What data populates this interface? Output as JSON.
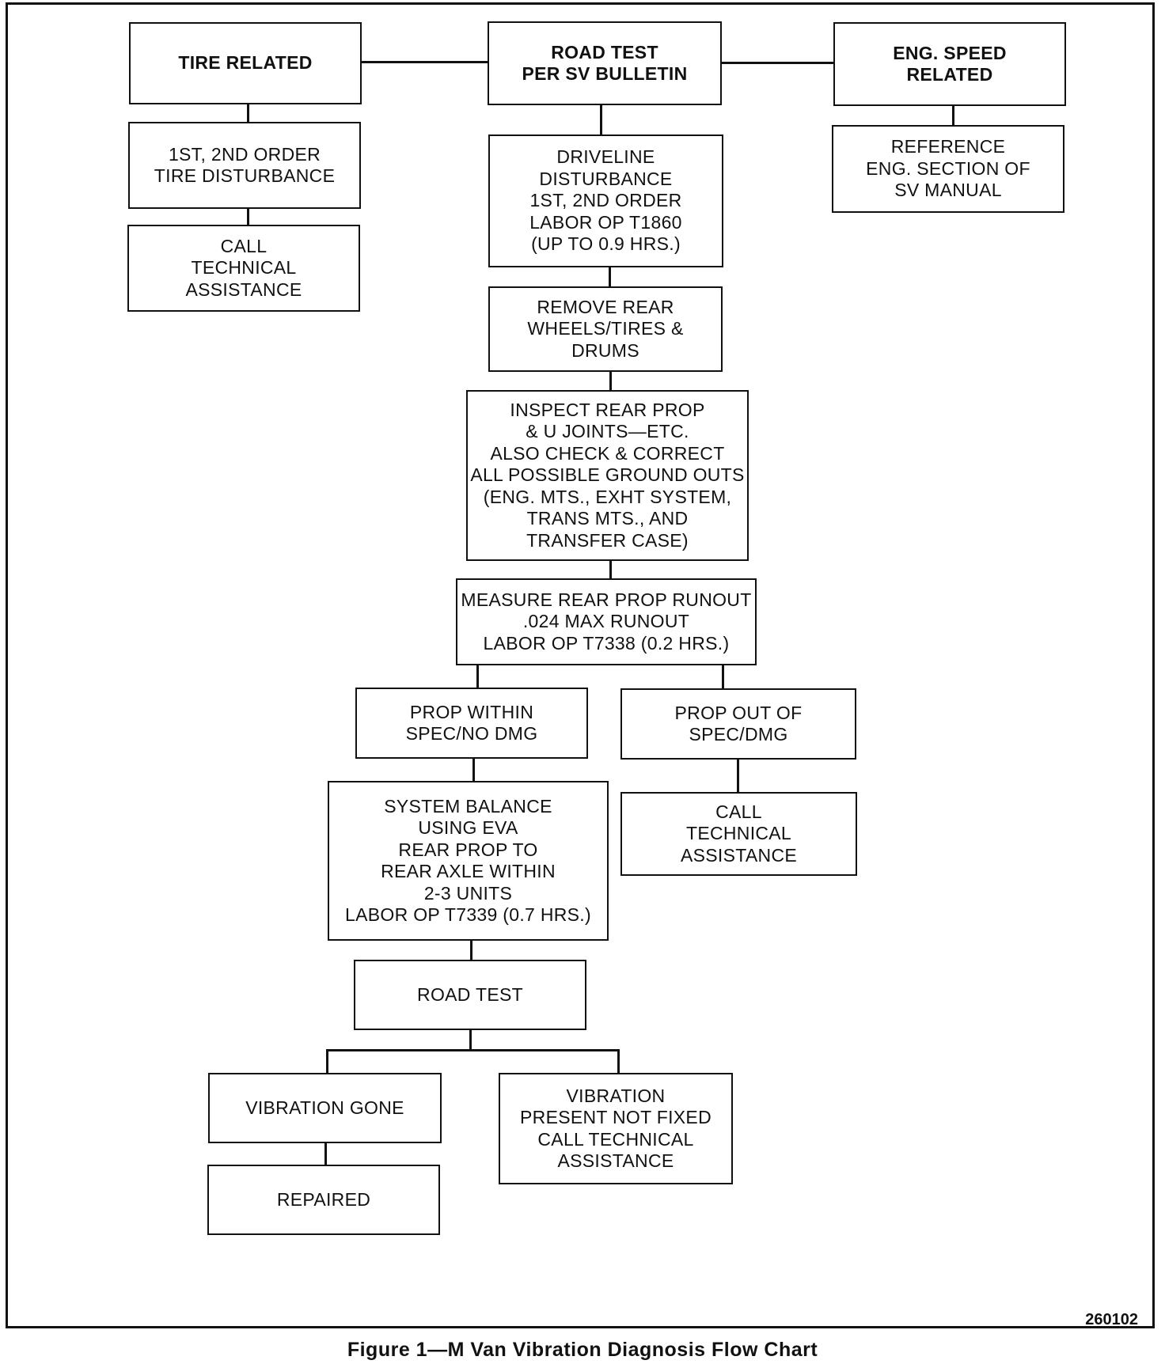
{
  "boxes": {
    "tire_related": "TIRE RELATED",
    "road_test_sv": "ROAD TEST\nPER SV BULLETIN",
    "eng_speed": "ENG. SPEED\nRELATED",
    "tire_disturbance": "1ST, 2ND ORDER\nTIRE DISTURBANCE",
    "call_tech_1": "CALL\nTECHNICAL\nASSISTANCE",
    "driveline": "DRIVELINE\nDISTURBANCE\n1ST, 2ND ORDER\nLABOR OP T1860\n(UP TO 0.9 HRS.)",
    "reference_eng": "REFERENCE\nENG. SECTION OF\nSV MANUAL",
    "remove_rear": "REMOVE REAR\nWHEELS/TIRES &\nDRUMS",
    "inspect_rear": "INSPECT REAR PROP\n& U JOINTS—ETC.\nALSO CHECK & CORRECT\nALL POSSIBLE GROUND OUTS\n(ENG. MTS., EXHT SYSTEM,\nTRANS MTS., AND\nTRANSFER CASE)",
    "measure_runout": "MEASURE REAR PROP RUNOUT\n.024 MAX RUNOUT\nLABOR OP T7338 (0.2 HRS.)",
    "prop_within": "PROP WITHIN\nSPEC/NO DMG",
    "prop_out": "PROP OUT OF\nSPEC/DMG",
    "system_balance": "SYSTEM BALANCE\nUSING EVA\nREAR PROP TO\nREAR AXLE WITHIN\n2-3 UNITS\nLABOR OP T7339 (0.7 HRS.)",
    "call_tech_2": "CALL\nTECHNICAL\nASSISTANCE",
    "road_test": "ROAD TEST",
    "vibration_gone": "VIBRATION GONE",
    "vibration_present": "VIBRATION\nPRESENT NOT FIXED\nCALL TECHNICAL\nASSISTANCE",
    "repaired": "REPAIRED"
  },
  "figure_code": "260102",
  "caption": "Figure 1—M Van Vibration Diagnosis Flow Chart"
}
